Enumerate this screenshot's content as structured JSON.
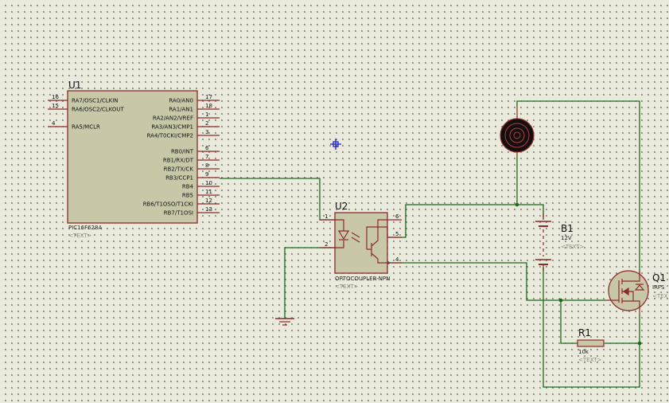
{
  "components": {
    "u1": {
      "ref": "U1",
      "part": "PIC16F628A",
      "text_placeholder": "<TEXT>",
      "left_pins": [
        {
          "num": "16",
          "label": "RA7/OSC1/CLKIN"
        },
        {
          "num": "15",
          "label": "RA6/OSC2/CLKOUT"
        },
        {
          "num": "4",
          "label": "RA5/MCLR"
        }
      ],
      "right_pins": [
        {
          "num": "17",
          "label": "RA0/AN0"
        },
        {
          "num": "18",
          "label": "RA1/AN1"
        },
        {
          "num": "1",
          "label": "RA2/AN2/VREF"
        },
        {
          "num": "2",
          "label": "RA3/AN3/CMP1"
        },
        {
          "num": "3",
          "label": "RA4/T0CKI/CMP2"
        },
        {
          "num": "6",
          "label": "RB0/INT"
        },
        {
          "num": "7",
          "label": "RB1/RX/DT"
        },
        {
          "num": "8",
          "label": "RB2/TX/CK"
        },
        {
          "num": "9",
          "label": "RB3/CCP1"
        },
        {
          "num": "10",
          "label": "RB4"
        },
        {
          "num": "11",
          "label": "RB5"
        },
        {
          "num": "12",
          "label": "RB6/T1OSO/T1CKI"
        },
        {
          "num": "13",
          "label": "RB7/T1OSI"
        }
      ]
    },
    "u2": {
      "ref": "U2",
      "part": "OPTOCOUPLER-NPN",
      "text_placeholder": "<TEXT>",
      "pins": {
        "p1": "1",
        "p2": "2",
        "p4": "4",
        "p5": "5",
        "p6": "6"
      }
    },
    "b1": {
      "ref": "B1",
      "value": "12V",
      "text_placeholder": "<TEXT>"
    },
    "q1": {
      "ref": "Q1",
      "value": "IRFS",
      "text_placeholder": "<TEX"
    },
    "r1": {
      "ref": "R1",
      "value": "10k",
      "text_placeholder": "<TEXT>"
    }
  },
  "colors": {
    "wire": "#1c6b1c",
    "component_outline": "#8b2a2a",
    "component_fill": "#c8c8a8",
    "cursor_marker": "#2222cc"
  }
}
